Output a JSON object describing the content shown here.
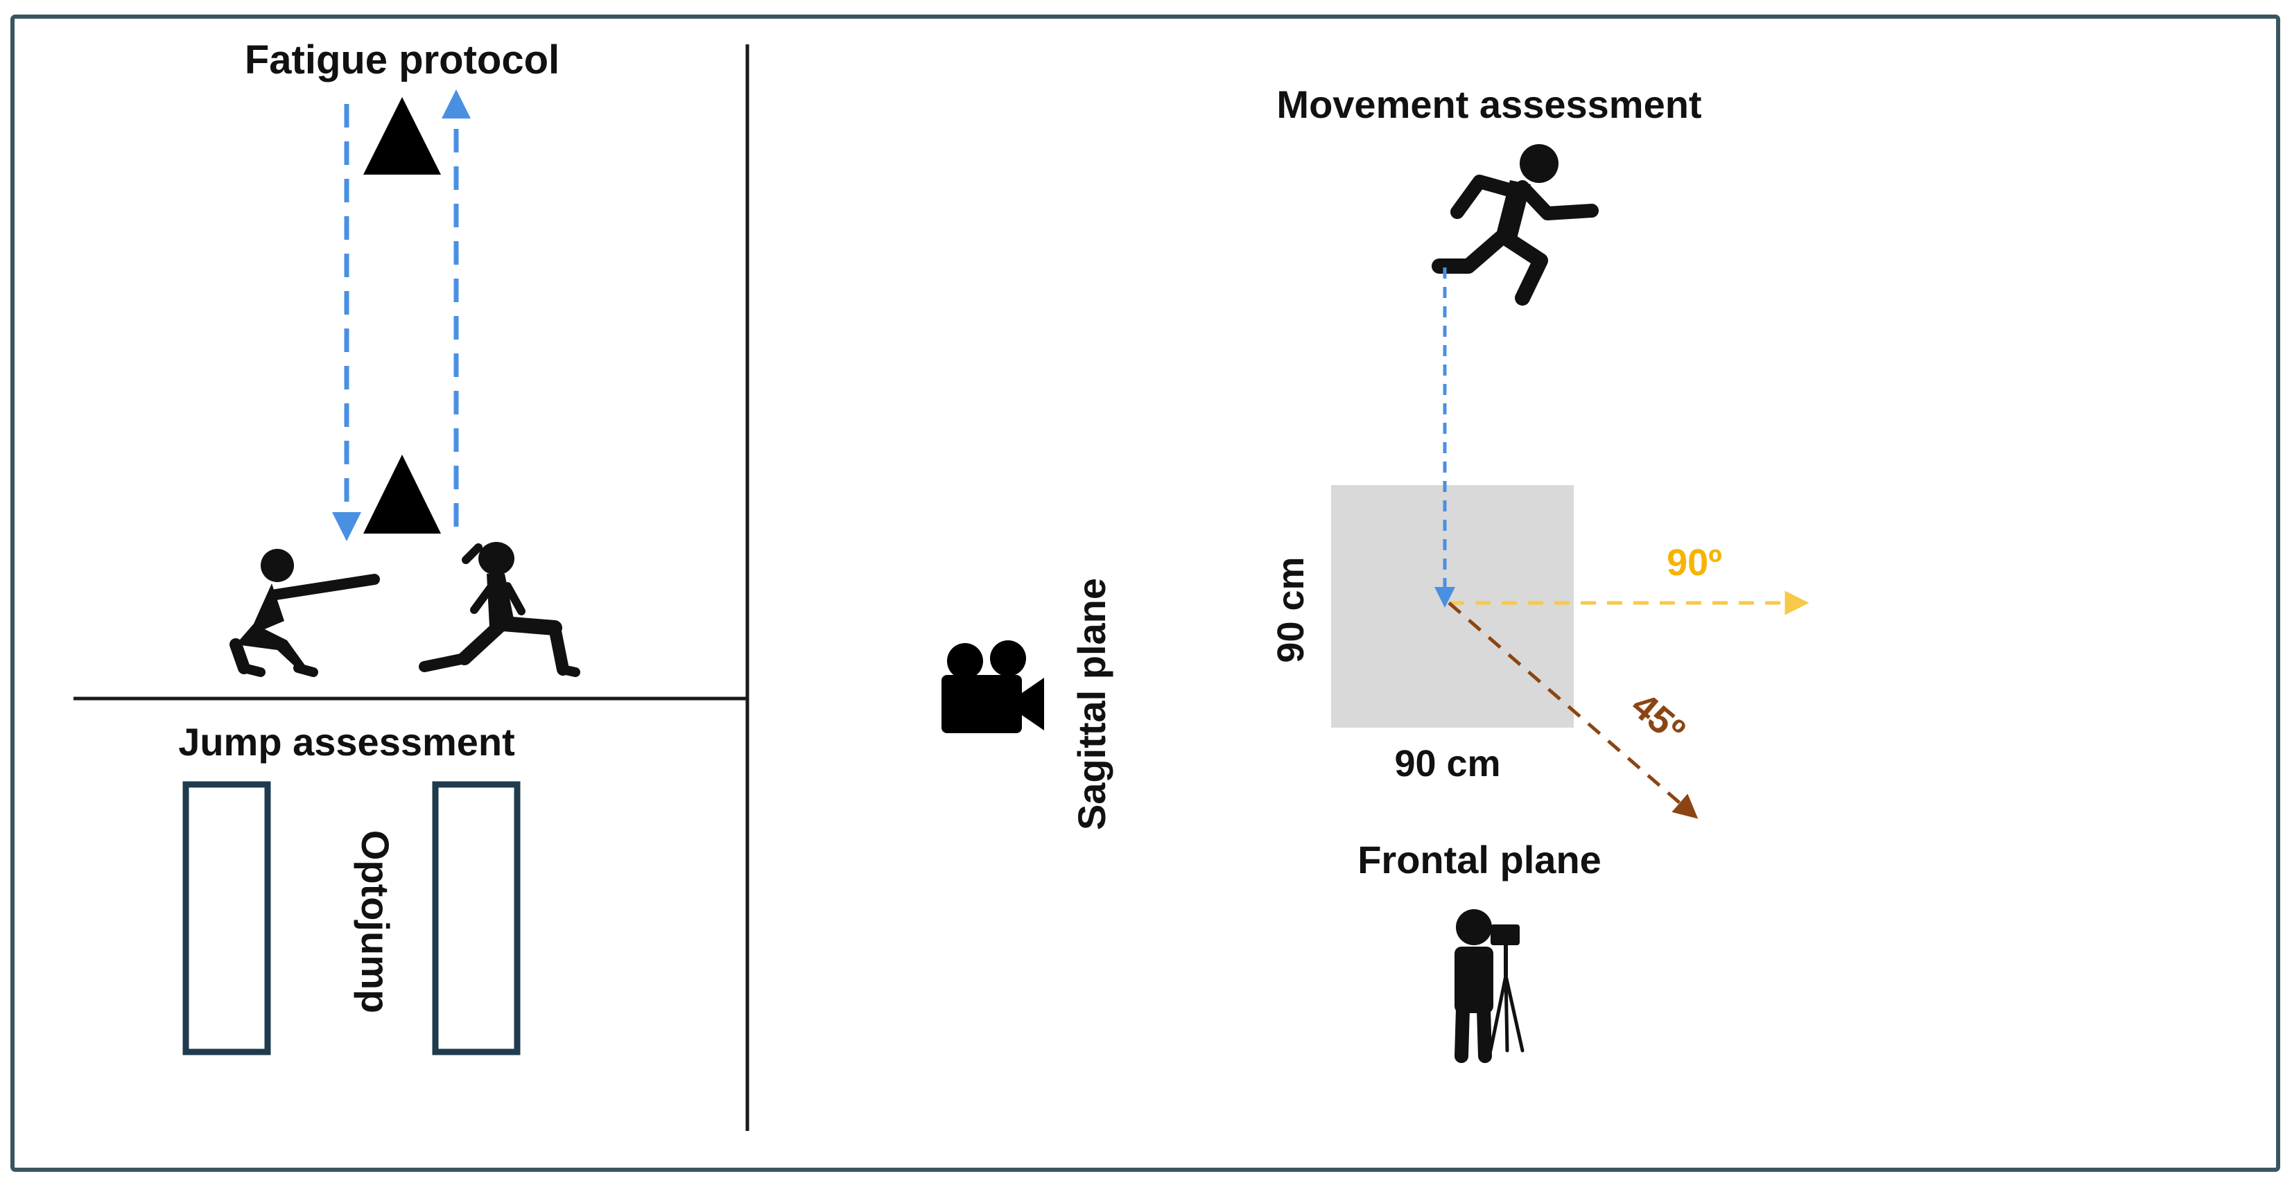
{
  "labels": {
    "fatigue_protocol": "Fatigue protocol",
    "jump_assessment": "Jump assessment",
    "optojump": "Optojump",
    "movement_assessment": "Movement assessment",
    "sagittal_plane": "Sagittal plane",
    "frontal_plane": "Frontal plane",
    "side_left": "90 cm",
    "side_bottom": "90 cm",
    "angle_90": "90º",
    "angle_45": "45º"
  },
  "colors": {
    "border": "#3a5560",
    "divider": "#1a1a1a",
    "arrow_blue": "#4a90e2",
    "arrow_yellow": "#f7c948",
    "arrow_brown": "#8b4513",
    "label_90": "#f5b400",
    "label_45": "#8b4513",
    "square_fill": "#d9d9d9",
    "mat_stroke": "#1f3b4d",
    "silhouette": "#111111"
  },
  "icons": {
    "cone": "triangle-cone-icon",
    "runner": "running-person-icon",
    "squat_athlete": "squatting-athlete-icon",
    "lunge_athlete": "lunging-athlete-icon",
    "video_camera": "video-camera-icon",
    "camera_operator": "camera-on-tripod-operator-icon"
  }
}
